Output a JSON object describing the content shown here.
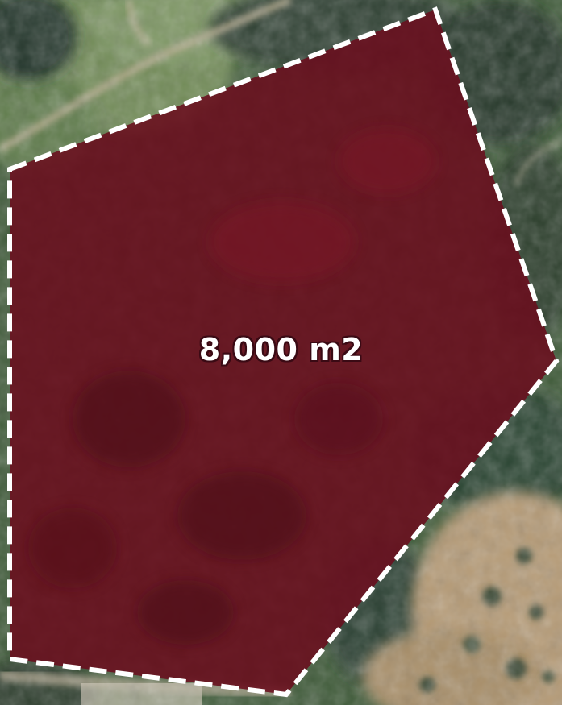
{
  "map": {
    "type": "satellite-imagery",
    "parcel": {
      "area_label": "8,000 m2",
      "fill_color": "#6a0e1e",
      "border_color": "#ffffff",
      "border_style": "dashed"
    },
    "terrain_colors": {
      "forest_dark": "#2a3d2a",
      "forest": "#3e5a38",
      "grass": "#6f8a55",
      "path": "#b9ae92",
      "dry_soil": "#b59a74"
    }
  }
}
